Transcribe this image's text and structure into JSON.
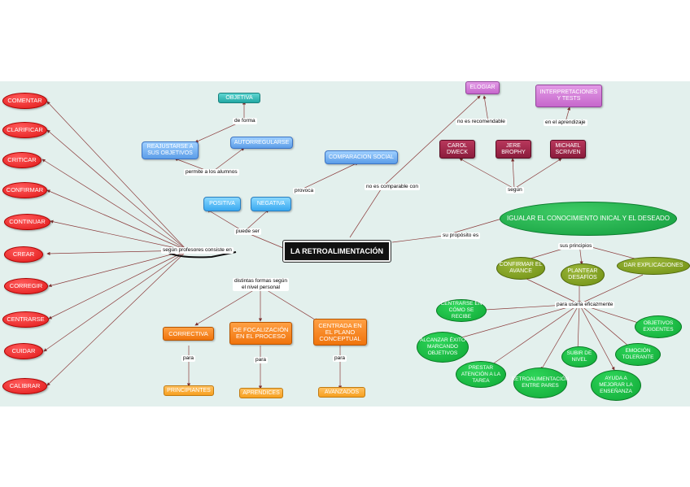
{
  "colors": {
    "red": "#e01818",
    "blue": "#3aa8f0",
    "orange": "#f0740c",
    "green": "#0fa836",
    "olive": "#6f8f12",
    "purple": "#c667cc",
    "maroon": "#8b1c3c",
    "teal": "#22a8a4",
    "background": "#e3f0ed"
  },
  "central": "LA RETROALIMENTACIÓN",
  "links": {
    "segun_profesores": "según profesores consiste en",
    "puede_ser": "puede ser",
    "distintas_formas": "distintas formas según\nel nivel personal",
    "no_es_comparable": "no es comparable con",
    "su_proposito": "su propósito es",
    "de_forma": "de forma",
    "permite": "permite a los alumnos",
    "provoca": "provoca",
    "no_es_recomendable": "no es recomendable",
    "segun": "según",
    "en_el_aprendizaje": "en el aprendizaje",
    "sus_principios": "sus principios",
    "para_usarla": "para usarla eficazmente",
    "para_1": "para",
    "para_2": "para",
    "para_3": "para"
  },
  "verbs": [
    "COMENTAR",
    "CLARIFICAR",
    "CRITICAR",
    "CONFIRMAR",
    "CONTINUAR",
    "CREAR",
    "CORREGIR",
    "CENTRARSE",
    "CUIDAR",
    "CALIBRAR"
  ],
  "types": {
    "objetiva": "OBJETIVA",
    "reajustar": "REAJUSTARSE A SUS OBJETIVOS",
    "autorregularse": "AUTORREGULARSE",
    "positiva": "POSITIVA",
    "negativa": "NEGATIVA",
    "comparacion": "COMPARACION SOCIAL"
  },
  "levels": [
    {
      "name": "CORRECTIVA",
      "target": "PRINCIPIANTES"
    },
    {
      "name": "DE FOCALIZACIÓN EN EL PROCESO",
      "target": "APRENDICES"
    },
    {
      "name": "CENTRADA EN EL PLANO CONCEPTUAL",
      "target": "AVANZADOS"
    }
  ],
  "elogiar": "ELOGIAR",
  "interpretaciones": "INTERPRETACIONES Y TESTS",
  "authors": [
    "CAROL DWECK",
    "JERE BROPHY",
    "MICHAEL SCRIVEN"
  ],
  "proposito": "IGUALAR EL CONOCIMIENTO INICAL Y EL DESEADO",
  "principios": [
    "CONFIRMAR EL AVANCE",
    "PLANTEAR DESAFÍOS",
    "DAR EXPLICACIONES"
  ],
  "eficaz": [
    "CENTRARSE EN CÓMO SE RECIBE",
    "ALCANZAR ÉXITO MARCANDO OBJETIVOS",
    "PRESTAR ATENCIÓN A LA TAREA",
    "RETROALIMENTACIÓN ENTRE PARES",
    "SUBIR DE NIVEL",
    "AYUDA A MEJORAR LA ENSEÑANZA",
    "EMOCIÓN TOLERANTE",
    "OBJETIVOS EXIGENTES"
  ]
}
